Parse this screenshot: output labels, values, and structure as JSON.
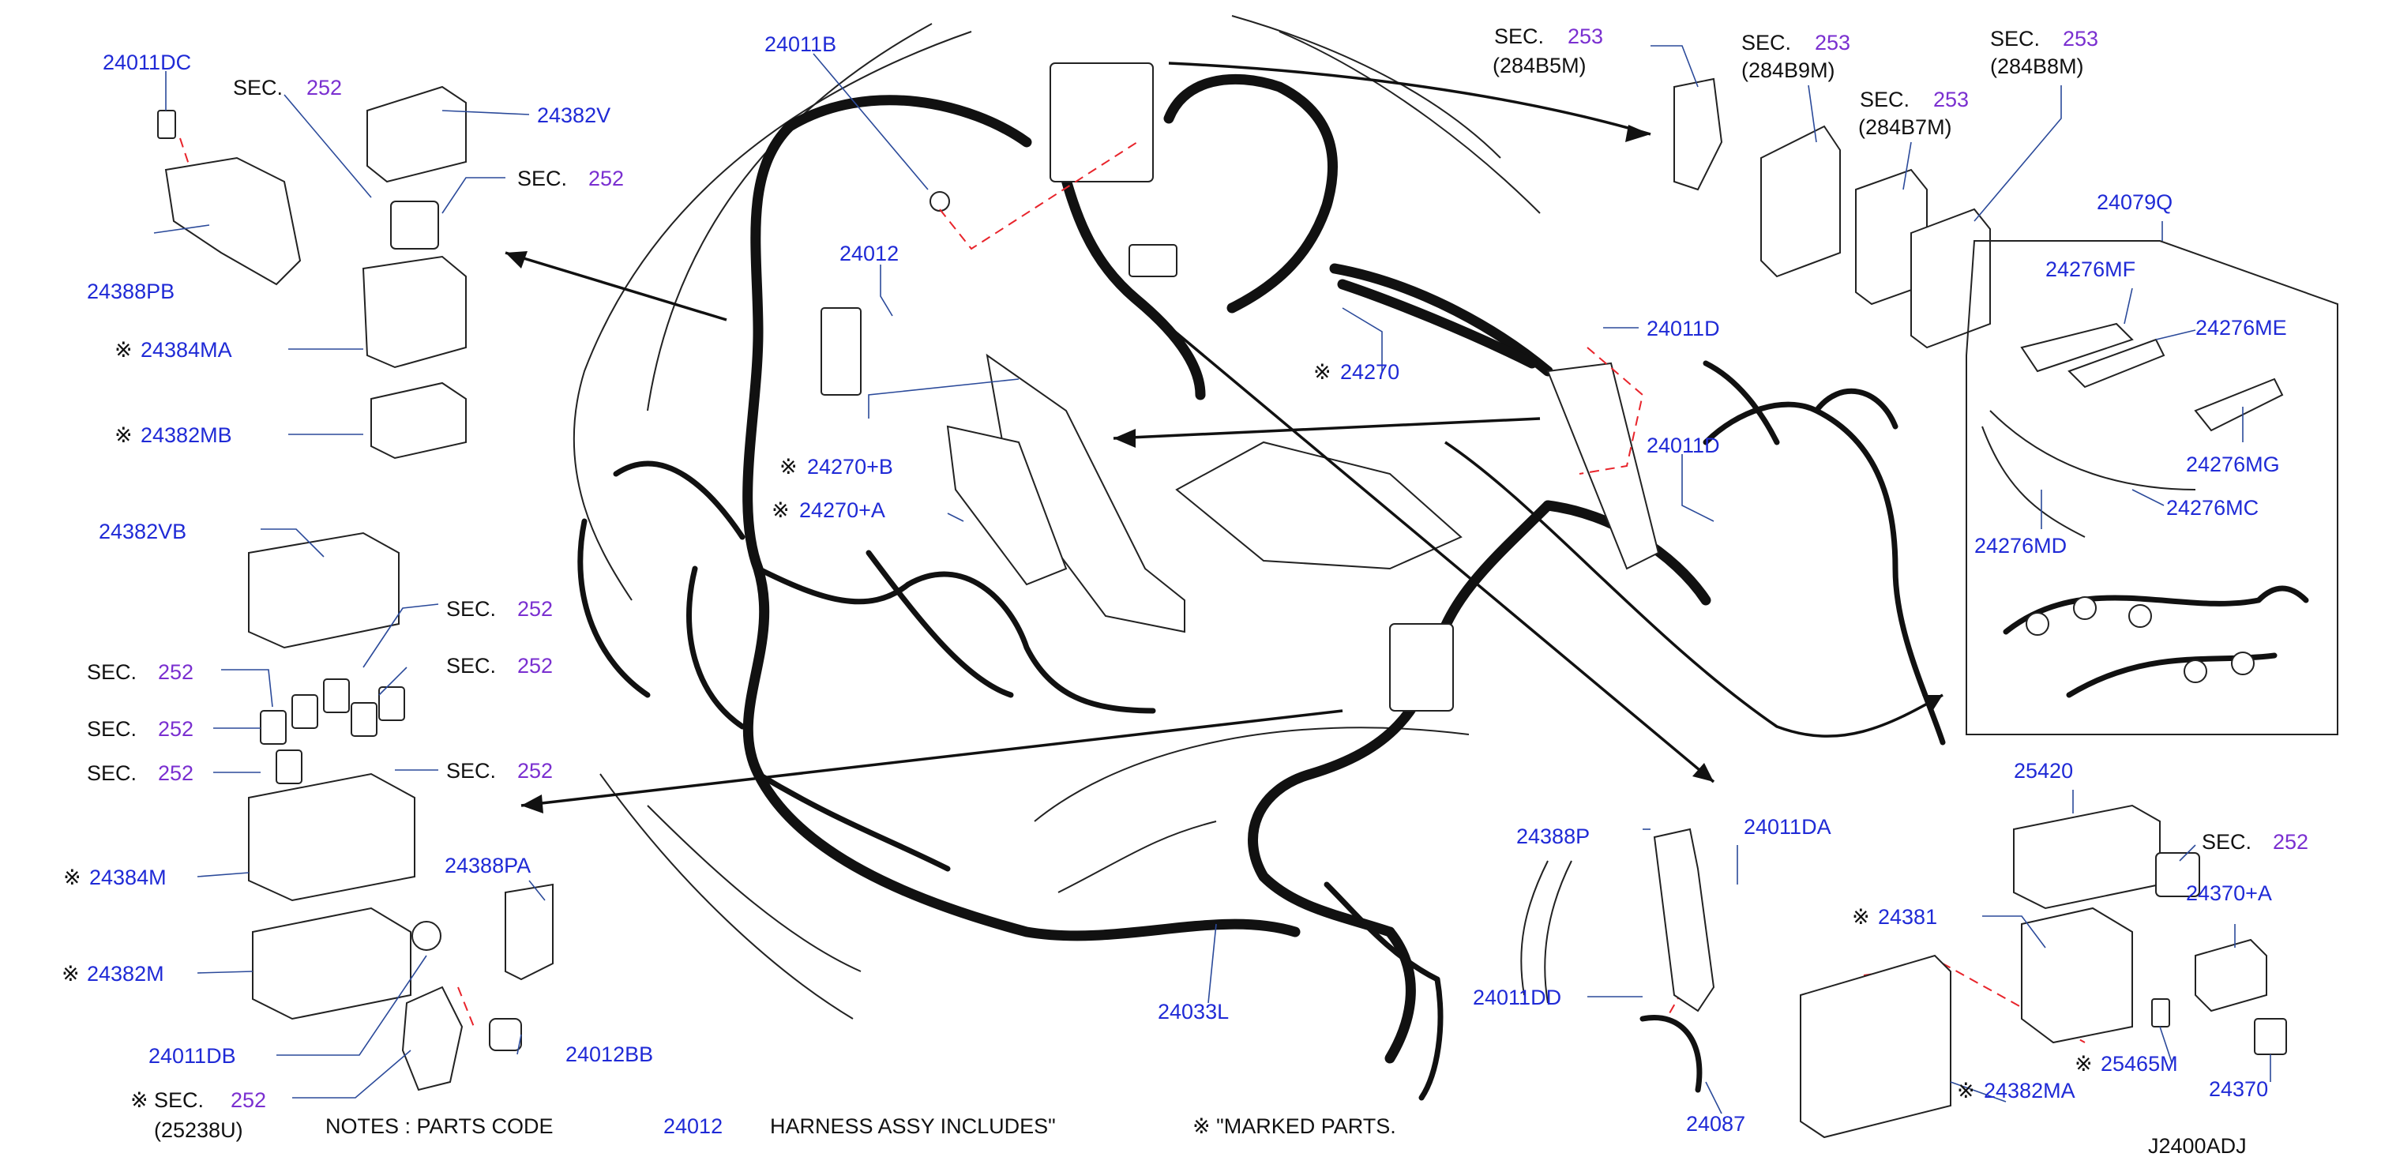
{
  "diagram": {
    "code": "J2400ADJ",
    "notes": {
      "prefix": "NOTES : PARTS CODE",
      "code": "24012",
      "middle": "HARNESS ASSY INCLUDES\"",
      "mark": "※ \"MARKED PARTS."
    },
    "sec_word": "SEC.",
    "mark_symbol": "※",
    "labels": {
      "p24011DC": "24011DC",
      "p24382V": "24382V",
      "p24388PB": "24388PB",
      "p24384MA": "24384MA",
      "p24382MB": "24382MB",
      "p24382VB": "24382VB",
      "p24384M": "24384M",
      "p24382M": "24382M",
      "p24388PA": "24388PA",
      "p24011DB": "24011DB",
      "p24012BB": "24012BB",
      "p24011B": "24011B",
      "p24012": "24012",
      "p24270B": "24270+B",
      "p24270A": "24270+A",
      "p24270": "24270",
      "p24011D_a": "24011D",
      "p24011D_b": "24011D",
      "p24033L": "24033L",
      "p24388P": "24388P",
      "p24011DA": "24011DA",
      "p24011DD": "24011DD",
      "p24087": "24087",
      "p24079Q": "24079Q",
      "p24276MF": "24276MF",
      "p24276ME": "24276ME",
      "p24276MG": "24276MG",
      "p24276MC": "24276MC",
      "p24276MD": "24276MD",
      "p25420": "25420",
      "p24381": "24381",
      "p24370A": "24370+A",
      "p25465M": "25465M",
      "p24382MA": "24382MA",
      "p24370": "24370"
    },
    "sections": {
      "s252_a": "252",
      "s252_b": "252",
      "s252_c": "252",
      "s252_d": "252",
      "s252_e": "252",
      "s252_f": "252",
      "s252_g": "252",
      "s252_h": "252",
      "s252_i": "252",
      "s253_a": "253",
      "s253_b": "253",
      "s253_c": "253",
      "s253_d": "253"
    },
    "sub_codes": {
      "c25238U": "(25238U)",
      "c284B5M": "(284B5M)",
      "c284B9M": "(284B9M)",
      "c284B7M": "(284B7M)",
      "c284B8M": "(284B8M)"
    },
    "colors": {
      "part_number": "#1f2ad6",
      "section_number": "#7a2fd0",
      "line_art": "#111111",
      "alignment_dash": "#e8242b"
    }
  }
}
